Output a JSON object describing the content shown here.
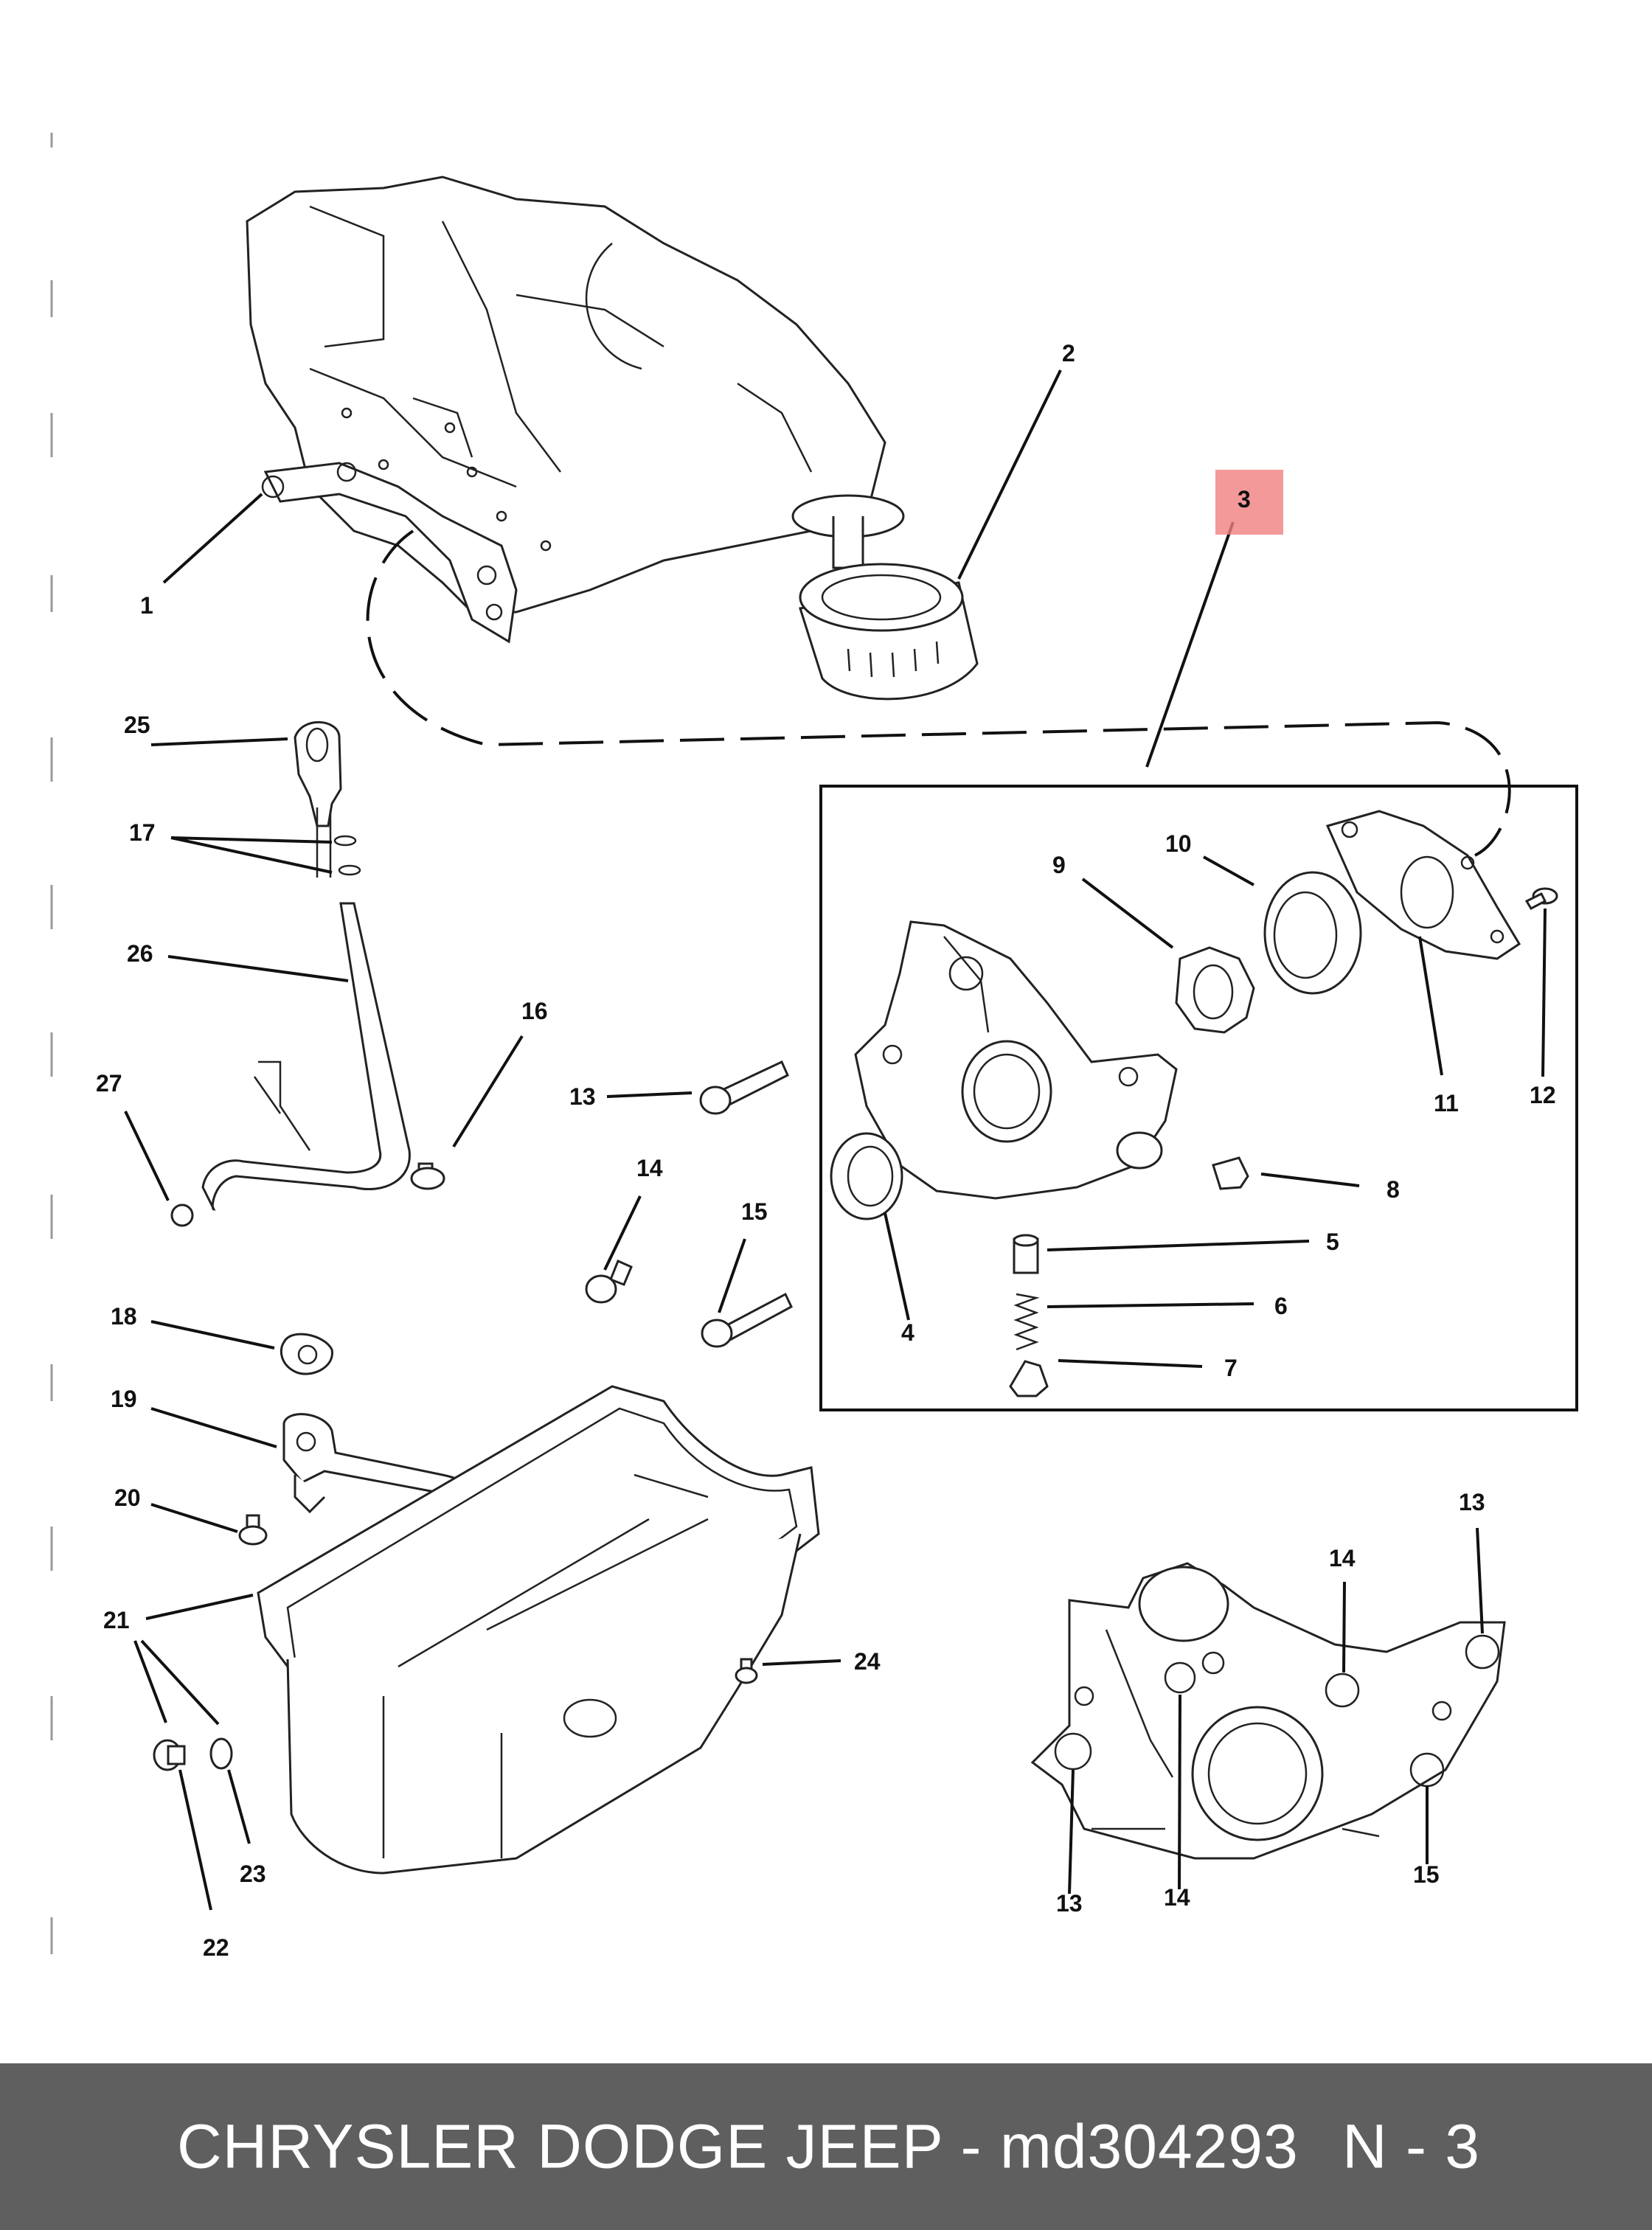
{
  "footer": {
    "title": "CHRYSLER DODGE JEEP - md304293",
    "page": "N - 3"
  },
  "highlight_color": "#f08080",
  "callouts": {
    "c1": "1",
    "c2": "2",
    "c3": "3",
    "c4": "4",
    "c5": "5",
    "c6": "6",
    "c7": "7",
    "c8": "8",
    "c9": "9",
    "c10": "10",
    "c11": "11",
    "c12": "12",
    "c13a": "13",
    "c14a": "14",
    "c15a": "15",
    "c16": "16",
    "c17": "17",
    "c18": "18",
    "c19": "19",
    "c20": "20",
    "c21": "21",
    "c22": "22",
    "c23": "23",
    "c24": "24",
    "c25": "25",
    "c26": "26",
    "c27": "27",
    "c13b": "13",
    "c14b": "14",
    "c13c": "13",
    "c14c": "14",
    "c15b": "15"
  }
}
